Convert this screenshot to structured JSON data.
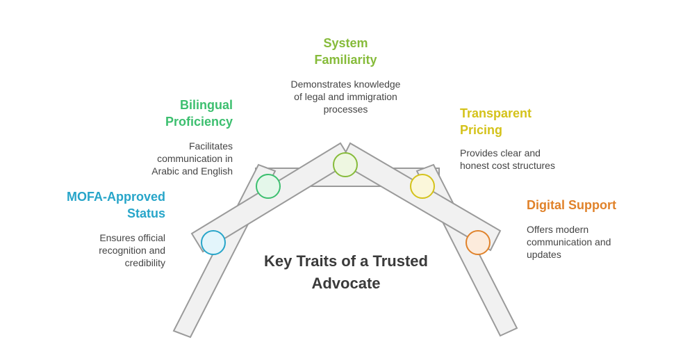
{
  "title": "Key Traits of a Trusted Advocate",
  "colors": {
    "mofa": "#27a5c9",
    "bilingual": "#3cbf6f",
    "system": "#86bb3a",
    "pricing": "#d4c21a",
    "digital": "#e0822a",
    "beam_fill": "#f1f1f1",
    "beam_stroke": "#9a9a9a"
  },
  "traits": [
    {
      "key": "mofa",
      "title": "MOFA-Approved Status",
      "description": "Ensures official recognition and credibility"
    },
    {
      "key": "bilingual",
      "title": "Bilingual Proficiency",
      "description": "Facilitates communication in Arabic and English"
    },
    {
      "key": "system",
      "title": "System Familiarity",
      "description": "Demonstrates knowledge of legal and immigration processes"
    },
    {
      "key": "pricing",
      "title": "Transparent Pricing",
      "description": "Provides clear and honest cost structures"
    },
    {
      "key": "digital",
      "title": "Digital Support",
      "description": "Offers modern communication and updates"
    }
  ]
}
